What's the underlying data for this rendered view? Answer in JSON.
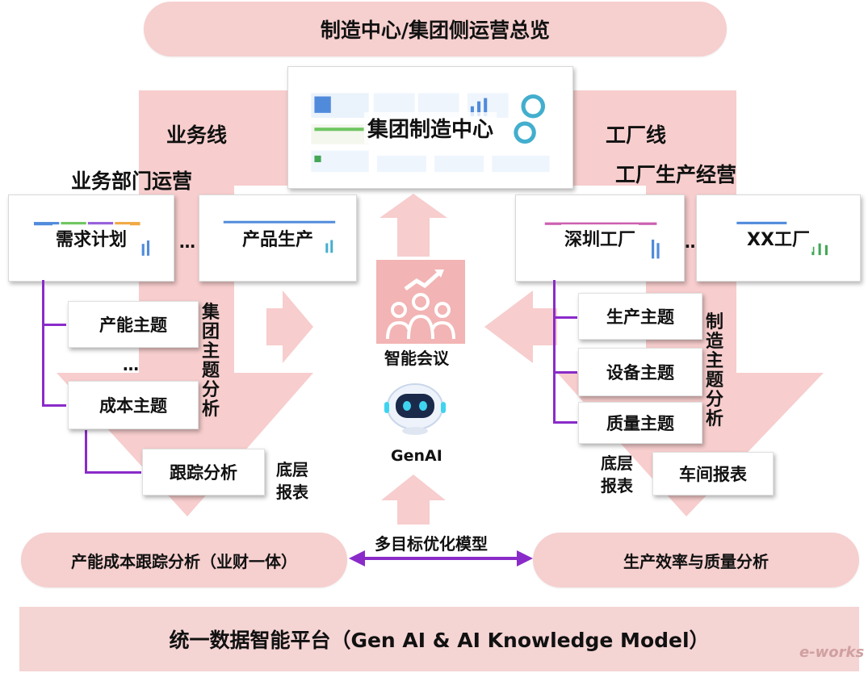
{
  "top_banner": "制造中心/集团侧运营总览",
  "center_card": "集团制造中心",
  "left_line": "业务线",
  "right_line": "工厂线",
  "left_ops": "业务部门运营",
  "right_ops": "工厂生产经营",
  "left_cards": [
    "需求计划",
    "产品生产"
  ],
  "right_cards": [
    "深圳工厂",
    "XX工厂"
  ],
  "ellipsis": "…",
  "left_topics": [
    "产能主题",
    "成本主题"
  ],
  "left_vertical": "集团主题分析",
  "left_report": "跟踪分析",
  "left_report_tag": [
    "底层",
    "报表"
  ],
  "right_topics": [
    "生产主题",
    "设备主题",
    "质量主题"
  ],
  "right_vertical": "制造主题分析",
  "right_report": "车间报表",
  "right_report_tag": [
    "底层",
    "报表"
  ],
  "meeting": "智能会议",
  "genai": "GenAI",
  "model": "多目标优化模型",
  "bottom_left": "产能成本跟踪分析（业财一体）",
  "bottom_right": "生产效率与质量分析",
  "platform": "统一数据智能平台（Gen AI & AI Knowledge Model）",
  "watermark": "e-works",
  "colors": {
    "pink": "#f6cfcf",
    "arrow_pink": "#f7c9c9",
    "purple": "#8a2bc9"
  }
}
